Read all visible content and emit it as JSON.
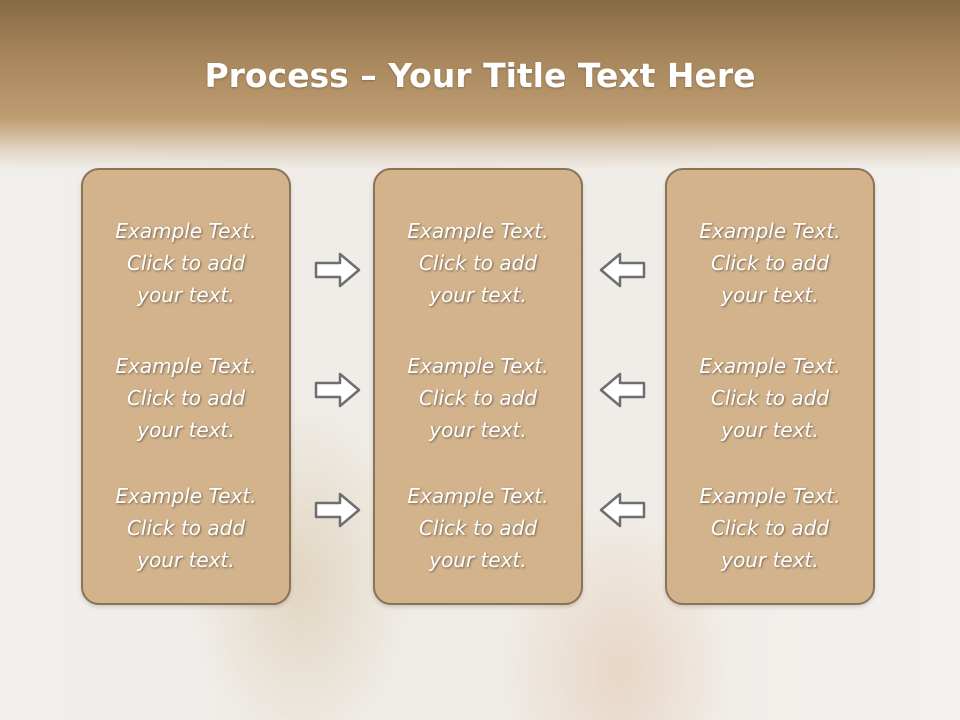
{
  "slide": {
    "title_bold": "Process",
    "title_rest": " – Your Title Text Here"
  },
  "columns": [
    {
      "items": [
        {
          "l1": "Example Text.",
          "l2": "Click  to add",
          "l3": "your text."
        },
        {
          "l1": "Example Text.",
          "l2": "Click  to add",
          "l3": "your text."
        },
        {
          "l1": "Example Text.",
          "l2": "Click  to add",
          "l3": "your text."
        }
      ]
    },
    {
      "items": [
        {
          "l1": "Example Text.",
          "l2": "Click  to add",
          "l3": "your text."
        },
        {
          "l1": "Example Text.",
          "l2": "Click  to add",
          "l3": "your text."
        },
        {
          "l1": "Example Text.",
          "l2": "Click  to add",
          "l3": "your text."
        }
      ]
    },
    {
      "items": [
        {
          "l1": "Example Text.",
          "l2": "Click  to add",
          "l3": "your text."
        },
        {
          "l1": "Example Text.",
          "l2": "Click  to add",
          "l3": "your text."
        },
        {
          "l1": "Example Text.",
          "l2": "Click  to add",
          "l3": "your text."
        }
      ]
    }
  ],
  "icons": {
    "left_arrows": "arrow-right-icon",
    "right_arrows": "arrow-left-icon"
  },
  "colors": {
    "header": "#a8875d",
    "box_fill": "#d2b38c",
    "box_border": "#8c7353",
    "arrow": "#6e6e6e"
  }
}
